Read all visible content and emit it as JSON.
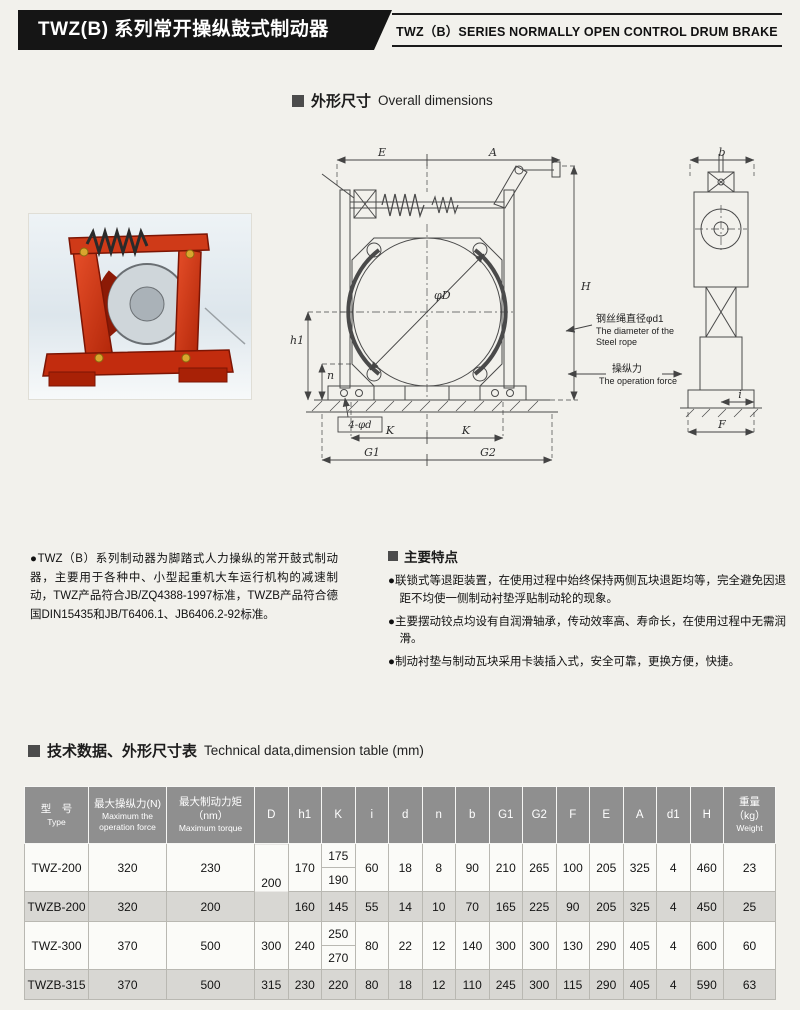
{
  "header": {
    "title_cn": "TWZ(B) 系列常开操纵鼓式制动器",
    "title_en": "TWZ（B）SERIES  NORMALLY OPEN CONTROL DRUM BRAKE"
  },
  "sections": {
    "dims": {
      "cn": "外形尺寸",
      "en": "Overall dimensions"
    },
    "features_heading": "主要特点",
    "table": {
      "cn": "技术数据、外形尺寸表",
      "en": "Technical data,dimension table (mm)"
    }
  },
  "description": "●TWZ（B）系列制动器为脚踏式人力操纵的常开鼓式制动器，主要用于各种中、小型起重机大车运行机构的减速制动，TWZ产品符合JB/ZQ4388-1997标准，TWZB产品符合德国DIN15435和JB/T6406.1、JB6406.2-92标准。",
  "features": [
    "●联锁式等退距装置，在使用过程中始终保持两侧瓦块退距均等，完全避免因退距不均使一侧制动衬垫浮贴制动轮的现象。",
    "●主要摆动铰点均设有自润滑轴承，传动效率高、寿命长，在使用过程中无需润滑。",
    "●制动衬垫与制动瓦块采用卡装插入式，安全可靠，更换方便，快捷。"
  ],
  "drawing": {
    "dims": {
      "E": "E",
      "A": "A",
      "b": "b",
      "H": "H",
      "h1": "h1",
      "n": "n",
      "K1": "K",
      "K2": "K",
      "G1": "G1",
      "G2": "G2",
      "phiD": "φD",
      "bolt_holes": "4-φd",
      "i": "i",
      "F": "F"
    },
    "notes": {
      "rope_cn": "钢丝绳直径φd1",
      "rope_en1": "The diameter of the",
      "rope_en2": "Steel rope",
      "force_cn": "操纵力",
      "force_en": "The operation force"
    }
  },
  "table": {
    "headers": {
      "type_cn": "型　号",
      "type_en": "Type",
      "force_cn": "最大操纵力(N)",
      "force_en1": "Maximum the",
      "force_en2": "operation force",
      "torque_cn": "最大制动力矩",
      "torque_cn2": "（nm）",
      "torque_en": "Maximum torque",
      "cols": [
        "D",
        "h1",
        "K",
        "i",
        "d",
        "n",
        "b",
        "G1",
        "G2",
        "F",
        "E",
        "A",
        "d1",
        "H"
      ],
      "weight_cn": "重量",
      "weight_cn2": "（kg）",
      "weight_en": "Weight"
    },
    "rows": [
      {
        "type": "TWZ-200",
        "force": "320",
        "torque": "230",
        "D": "200",
        "h1": "170",
        "K_top": "175",
        "K_bot": "190",
        "i": "60",
        "d": "18",
        "n": "8",
        "b": "90",
        "G1": "210",
        "G2": "265",
        "F": "100",
        "E": "205",
        "A": "325",
        "d1": "4",
        "H": "460",
        "weight": "23"
      },
      {
        "type": "TWZB-200",
        "force": "320",
        "torque": "200",
        "h1": "160",
        "K": "145",
        "i": "55",
        "d": "14",
        "n": "10",
        "b": "70",
        "G1": "165",
        "G2": "225",
        "F": "90",
        "E": "205",
        "A": "325",
        "d1": "4",
        "H": "450",
        "weight": "25"
      },
      {
        "type": "TWZ-300",
        "force": "370",
        "torque": "500",
        "D": "300",
        "h1": "240",
        "K_top": "250",
        "K_bot": "270",
        "i": "80",
        "d": "22",
        "n": "12",
        "b": "140",
        "G1": "300",
        "G2": "300",
        "F": "130",
        "E": "290",
        "A": "405",
        "d1": "4",
        "H": "600",
        "weight": "60"
      },
      {
        "type": "TWZB-315",
        "force": "370",
        "torque": "500",
        "D": "315",
        "h1": "230",
        "K": "220",
        "i": "80",
        "d": "18",
        "n": "12",
        "b": "110",
        "G1": "245",
        "G2": "300",
        "F": "115",
        "E": "290",
        "A": "405",
        "d1": "4",
        "H": "590",
        "weight": "63"
      }
    ]
  }
}
